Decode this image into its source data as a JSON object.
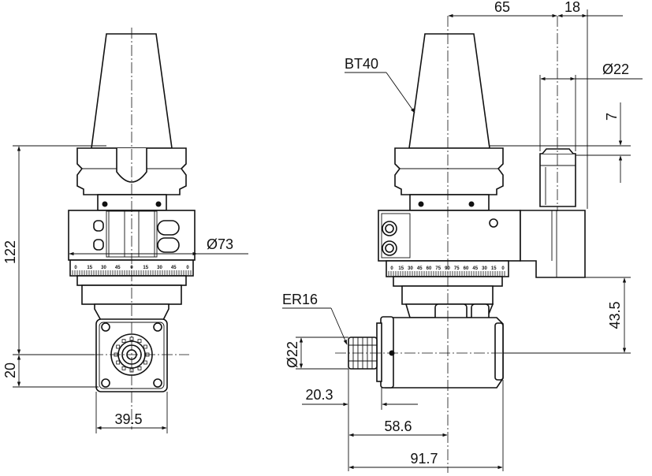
{
  "dimensions": {
    "d65": "65",
    "d18": "18",
    "bt40": "BT40",
    "dia22_top": "22",
    "d7": "7",
    "d122": "122",
    "dia73": "73",
    "er16": "ER16",
    "dia22_left": "22",
    "d43_5": "43.5",
    "d20": "20",
    "d39_5": "39.5",
    "d20_3": "20.3",
    "d58_6": "58.6",
    "d91_7": "91.7"
  },
  "scale_labels": {
    "left": [
      "0",
      "15",
      "30",
      "45",
      "0",
      "15",
      "30",
      "45",
      "0"
    ],
    "right": [
      "0",
      "15",
      "30",
      "45",
      "60",
      "75",
      "90",
      "75",
      "60",
      "45",
      "30",
      "15",
      "0"
    ]
  },
  "symbols": {
    "diameter": "Ø"
  }
}
